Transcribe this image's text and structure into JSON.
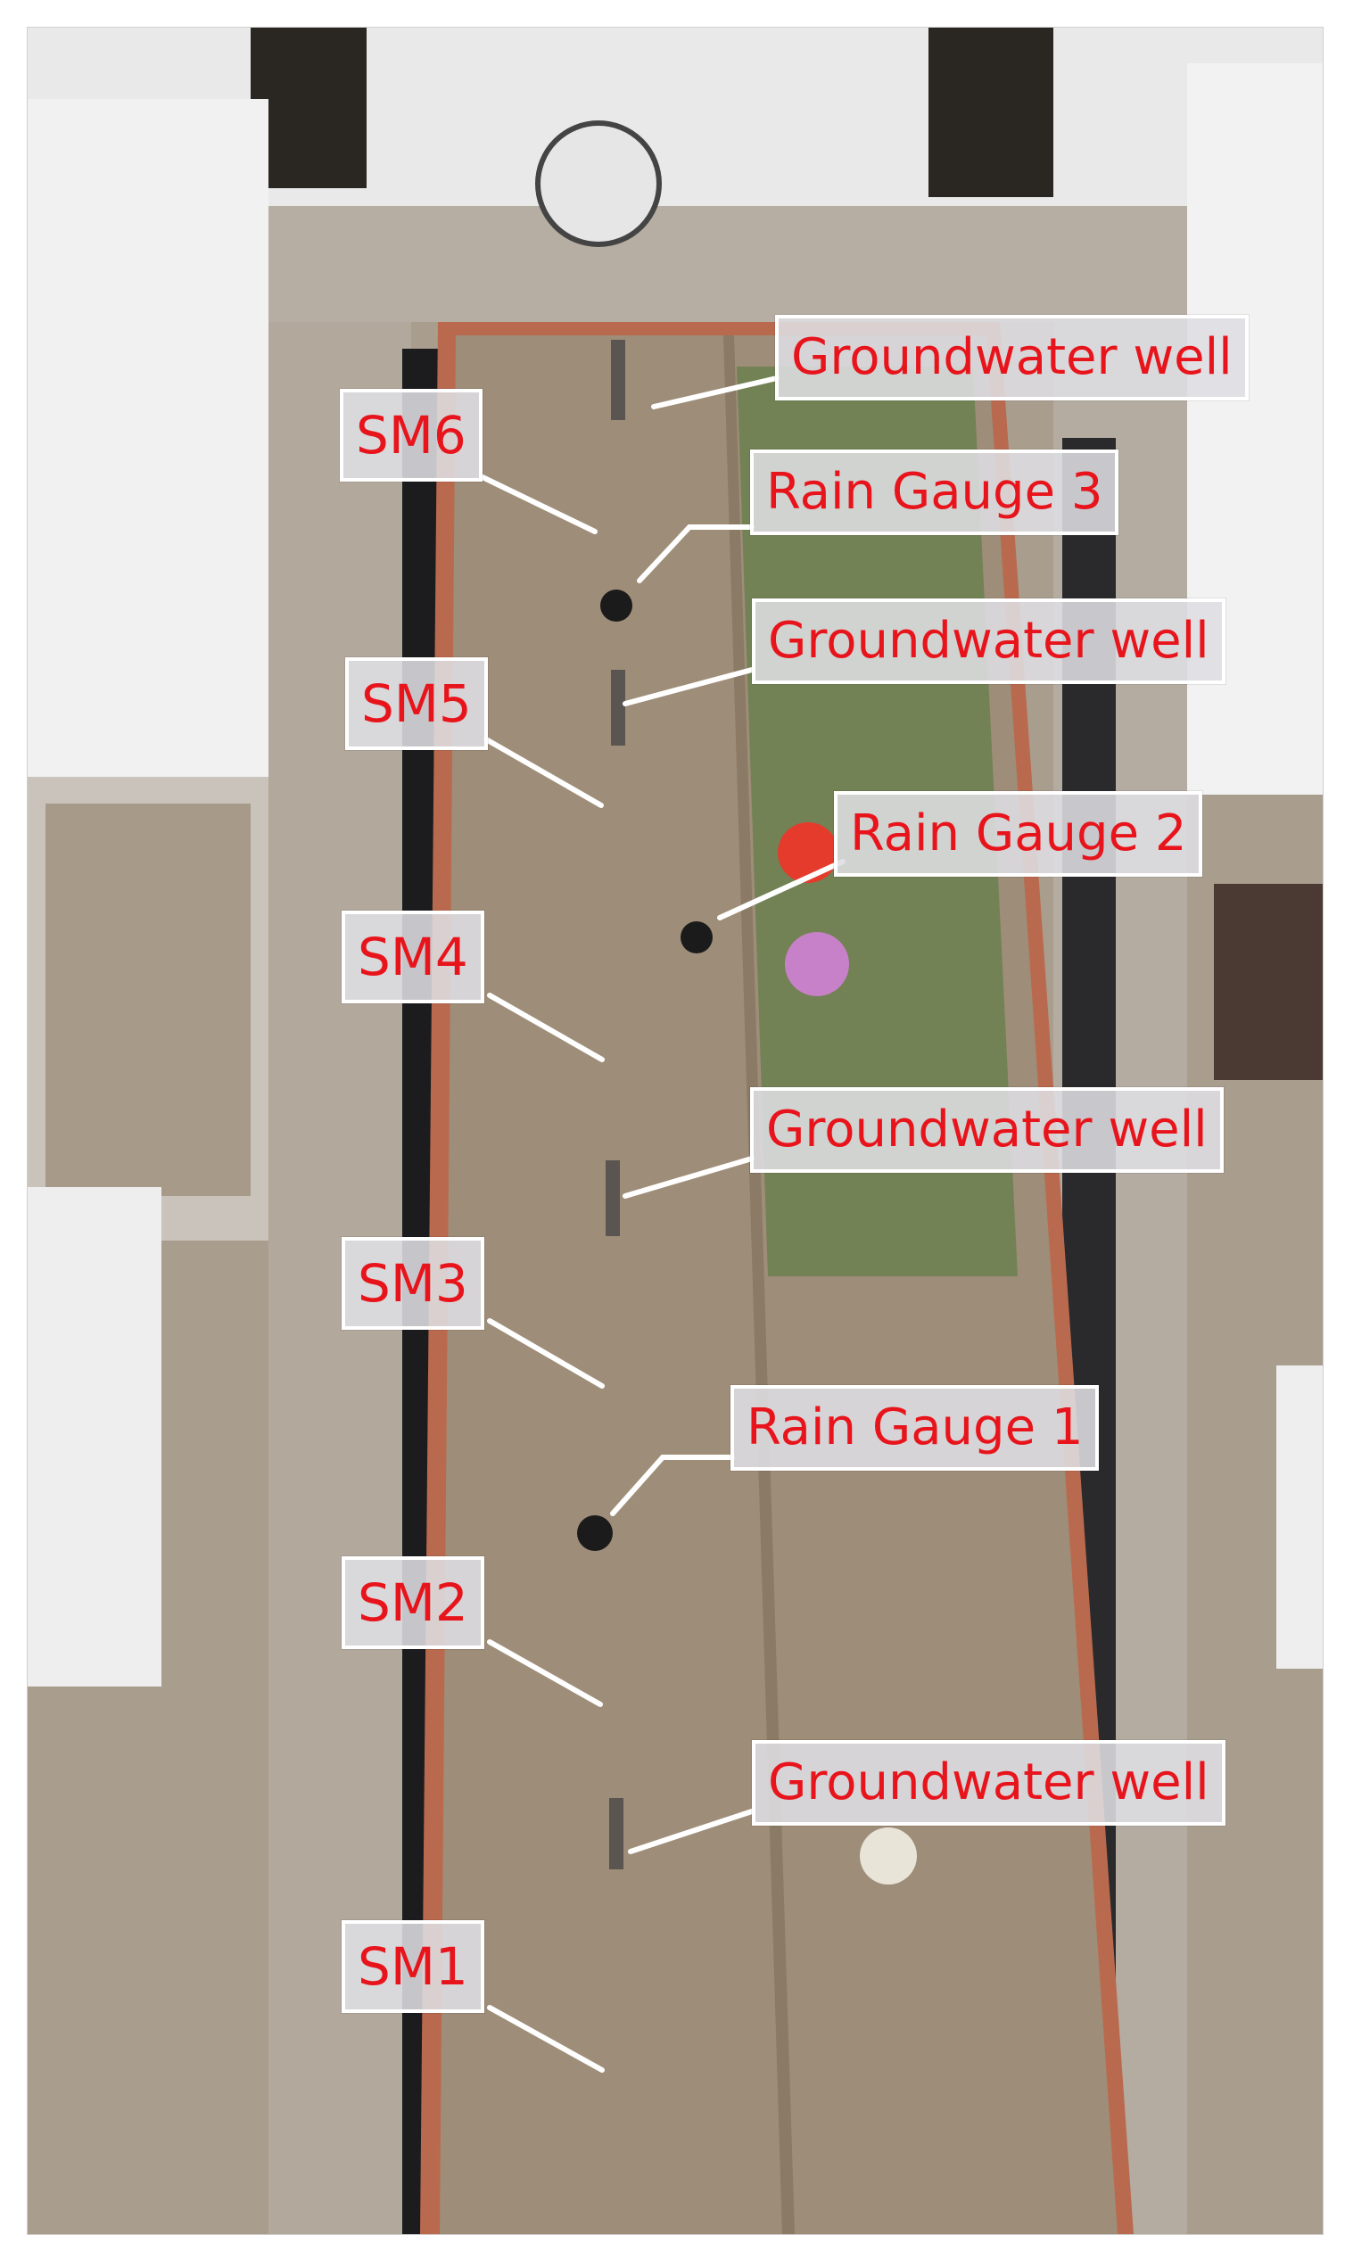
{
  "figure": {
    "labels": {
      "gw_well_1": "Groundwater well",
      "gw_well_2": "Groundwater well",
      "gw_well_3": "Groundwater well",
      "gw_well_4": "Groundwater well",
      "rain_gauge_1": "Rain Gauge 1",
      "rain_gauge_2": "Rain Gauge 2",
      "rain_gauge_3": "Rain Gauge 3",
      "sm1": "SM1",
      "sm2": "SM2",
      "sm3": "SM3",
      "sm4": "SM4",
      "sm5": "SM5",
      "sm6": "SM6"
    }
  },
  "colors": {
    "label_text": "#e8141c",
    "label_border": "#ffffff",
    "soil": "#9e8d78",
    "plot_border": "#b96a4e",
    "grass": "#4f7a36"
  }
}
